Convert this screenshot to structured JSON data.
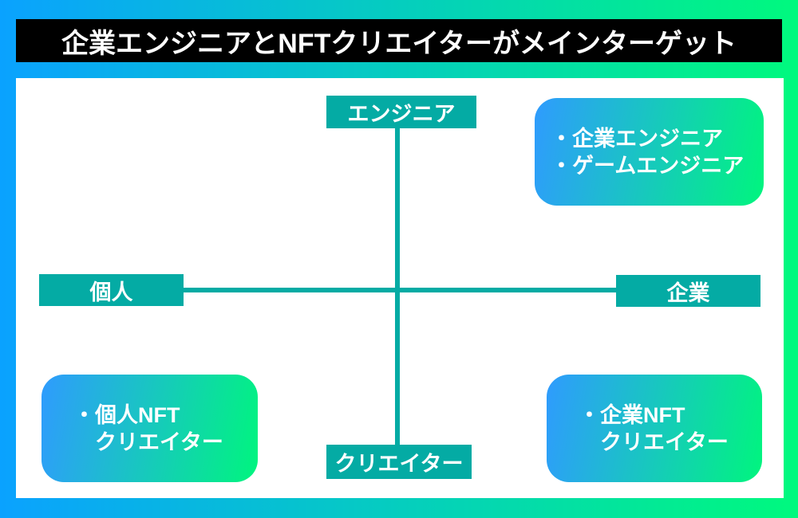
{
  "title": "企業エンジニアとNFTクリエイターがメインターゲット",
  "bullet": "・",
  "axes": {
    "top": "エンジニア",
    "bottom": "クリエイター",
    "left": "個人",
    "right": "企業"
  },
  "quadrants": {
    "top_right": {
      "items": [
        "企業エンジニア",
        "ゲームエンジニア"
      ]
    },
    "bottom_left": {
      "items": [
        {
          "lines": [
            "個人NFT",
            "クリエイター"
          ]
        }
      ]
    },
    "bottom_right": {
      "items": [
        {
          "lines": [
            "企業NFT",
            "クリエイター"
          ]
        }
      ]
    }
  },
  "colors": {
    "background_gradient_left": "#0aa2ff",
    "background_gradient_right": "#00f97e",
    "title_bar_bg": "#000000",
    "text_white": "#ffffff",
    "axis_teal": "#04aba4",
    "box_gradient_start": "#2f9bfe",
    "box_gradient_end": "#00f57e"
  }
}
